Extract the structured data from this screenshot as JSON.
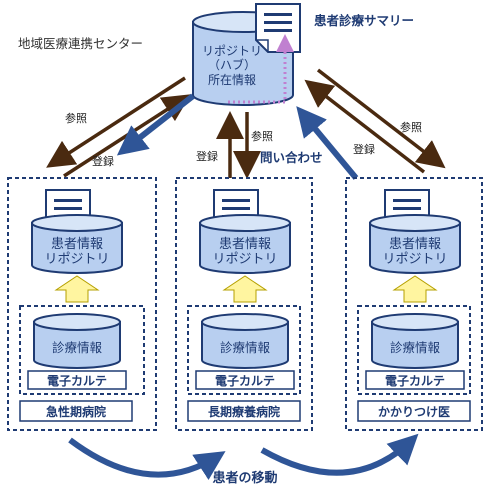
{
  "center_label": "地域医療連携センター",
  "hub": {
    "lines": [
      "リポジトリ",
      "（ハブ）",
      "所在情報"
    ]
  },
  "summary_label": "患者診療サマリー",
  "arrows": {
    "left_ref": "参照",
    "left_reg": "登録",
    "mid_reg": "登録",
    "mid_ref": "参照",
    "inquiry": "問い合わせ",
    "right_reg": "登録",
    "right_ref": "参照"
  },
  "facilities": [
    {
      "repo_lines": [
        "患者情報",
        "リポジトリ"
      ],
      "db_label": "診療情報",
      "emr_label": "電子カルテ",
      "name": "急性期病院"
    },
    {
      "repo_lines": [
        "患者情報",
        "リポジトリ"
      ],
      "db_label": "診療情報",
      "emr_label": "電子カルテ",
      "name": "長期療養病院"
    },
    {
      "repo_lines": [
        "患者情報",
        "リポジトリ"
      ],
      "db_label": "診療情報",
      "emr_label": "電子カルテ",
      "name": "かかりつけ医"
    }
  ],
  "patient_move_label": "患者の移動",
  "colors": {
    "navy": "#1f3b73",
    "cylinder_fill": "#b8cff0",
    "cylinder_top": "#d7e5f7",
    "brown": "#4a2a10",
    "blue_arrow": "#2f5597",
    "purple": "#c080d0",
    "up_arrow": "#fff5a0"
  }
}
